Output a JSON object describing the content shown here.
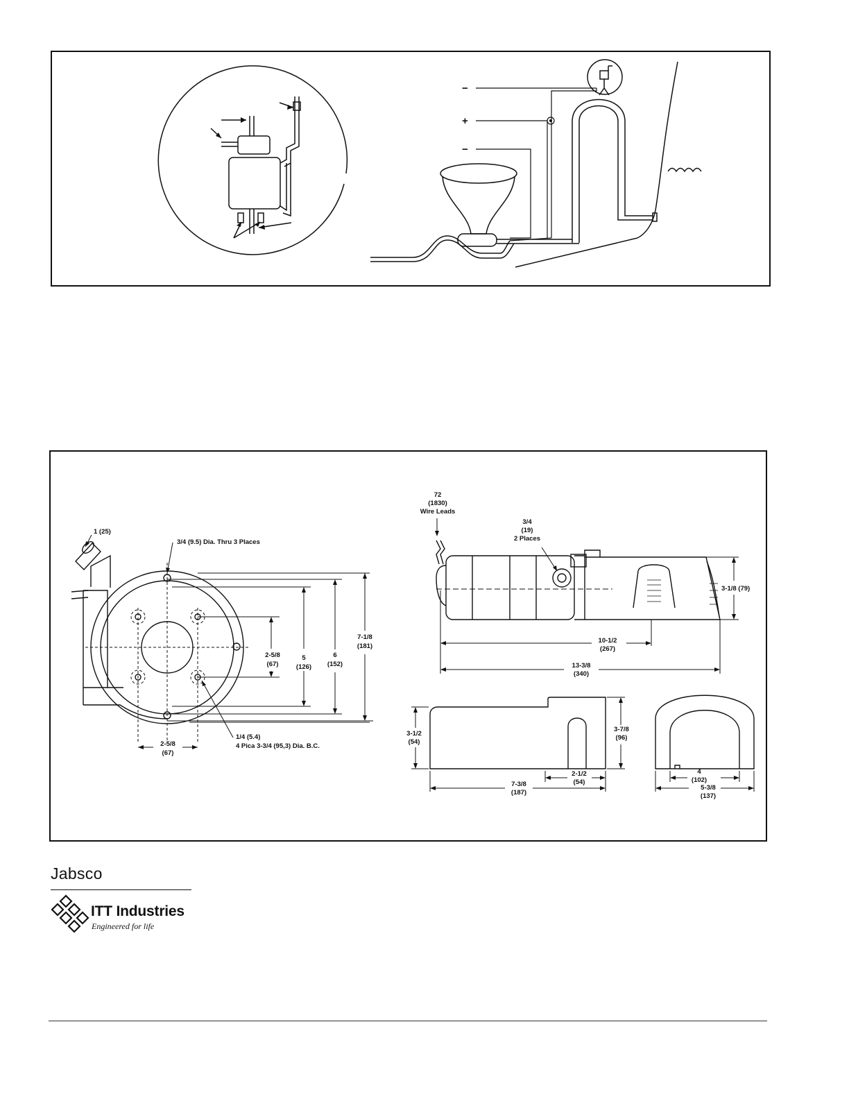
{
  "wiring_diagram": {
    "terminal_labels": [
      {
        "id": "neg-top",
        "text": "−"
      },
      {
        "id": "pos",
        "text": "+"
      },
      {
        "id": "neg-bottom",
        "text": "−"
      }
    ]
  },
  "dimension_drawing": {
    "pump_end_view": {
      "hose_size": "1 (25)",
      "mounting_holes": "3/4 (9.5) Dia. Thru 3 Places",
      "inner_spacing": {
        "value": "2-5/8",
        "metric": "(67)"
      },
      "height_5": {
        "value": "5",
        "metric": "(126)"
      },
      "height_6": {
        "value": "6",
        "metric": "(152)"
      },
      "height_7": {
        "value": "7-1/8",
        "metric": "(181)"
      },
      "bottom_spacing": {
        "value": "2-5/8",
        "metric": "(67)"
      },
      "bolt_circle": {
        "line1": "1/4 (5.4)",
        "line2": "4 Pica 3-3/4 (95,3) Dia. B.C."
      }
    },
    "motor_side_view": {
      "wire_leads": {
        "value": "72",
        "metric": "(1830)",
        "label": "Wire Leads"
      },
      "port": {
        "value": "3/4",
        "metric": "(19)",
        "label": "2 Places"
      },
      "height": "3-1/8 (79)",
      "length_short": {
        "value": "10-1/2",
        "metric": "(267)"
      },
      "length_total": {
        "value": "13-3/8",
        "metric": "(340)"
      }
    },
    "base_side_view": {
      "left_height": {
        "value": "3-1/2",
        "metric": "(54)"
      },
      "right_height": {
        "value": "3-7/8",
        "metric": "(96)"
      },
      "slot_width": {
        "value": "2-1/2",
        "metric": "(54)"
      },
      "length": {
        "value": "7-3/8",
        "metric": "(187)"
      }
    },
    "base_end_view": {
      "inner_width": {
        "value": "4",
        "metric": "(102)"
      },
      "outer_width": {
        "value": "5-3/8",
        "metric": "(137)"
      }
    }
  },
  "footer": {
    "brand": "Jabsco",
    "company": "ITT Industries",
    "tagline": "Engineered for life"
  }
}
